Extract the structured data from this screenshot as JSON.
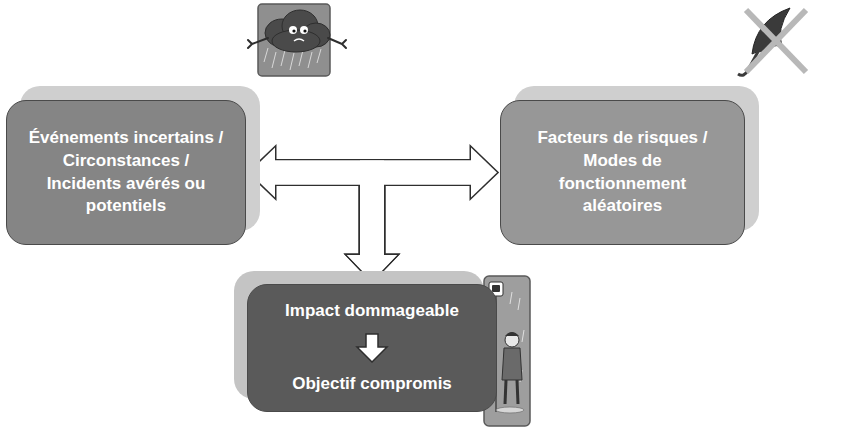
{
  "diagram": {
    "nodes": [
      {
        "text": [
          "Événements incertains / Circonstances / Incidents avérés ou potentiels"
        ]
      },
      {
        "text": [
          "Facteurs de risques / Modes de fonctionnement aléatoires"
        ]
      },
      {
        "text": [
          "Impact dommageable",
          "Objectif compromis"
        ]
      }
    ],
    "edges": [
      {
        "from": 0,
        "to": 1,
        "arrow": "both"
      },
      {
        "from": 0,
        "to": 2,
        "arrow": "to"
      },
      {
        "from": 1,
        "to": 2,
        "arrow": "to"
      }
    ]
  }
}
